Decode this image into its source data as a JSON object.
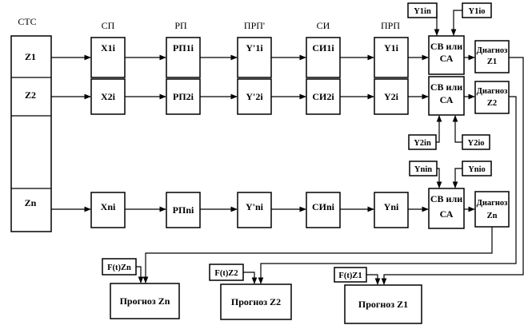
{
  "headers": {
    "stc": "СТС",
    "sp": "СП",
    "rp": "РП",
    "prp_prime": "ПРП'",
    "si": "СИ",
    "prp": "ПРП"
  },
  "stc": {
    "z1": "Z1",
    "z2": "Z2",
    "zn": "Zn"
  },
  "rows": [
    {
      "x": "X1i",
      "rp": "РП1i",
      "yprime": "Y'1i",
      "si": "СИ1i",
      "y": "Y1i",
      "sv_line1": "СВ или",
      "sv_line2": "СА",
      "diag_line1": "Диагноз",
      "diag_line2": "Z1"
    },
    {
      "x": "X2i",
      "rp": "РП2i",
      "yprime": "Y'2i",
      "si": "СИ2i",
      "y": "Y2i",
      "sv_line1": "СВ или",
      "sv_line2": "СА",
      "diag_line1": "Диагноз",
      "diag_line2": "Z2"
    },
    {
      "x": "Xni",
      "rp": "РПni",
      "yprime": "Y'ni",
      "si": "СИni",
      "y": "Yni",
      "sv_line1": "СВ или",
      "sv_line2": "СА",
      "diag_line1": "Диагноз",
      "diag_line2": "Zn"
    }
  ],
  "references": {
    "y1in": "Y1in",
    "y1io": "Y1io",
    "y2in": "Y2in",
    "y2io": "Y2io",
    "ynin": "Ynin",
    "ynio": "Ynio"
  },
  "forecast_inputs": {
    "zn": "F(t)Zn",
    "z2": "F(t)Z2",
    "z1": "F(t)Z1"
  },
  "forecasts": {
    "zn": "Прогноз Zn",
    "z2": "Прогноз Z2",
    "z1": "Прогноз Z1"
  }
}
